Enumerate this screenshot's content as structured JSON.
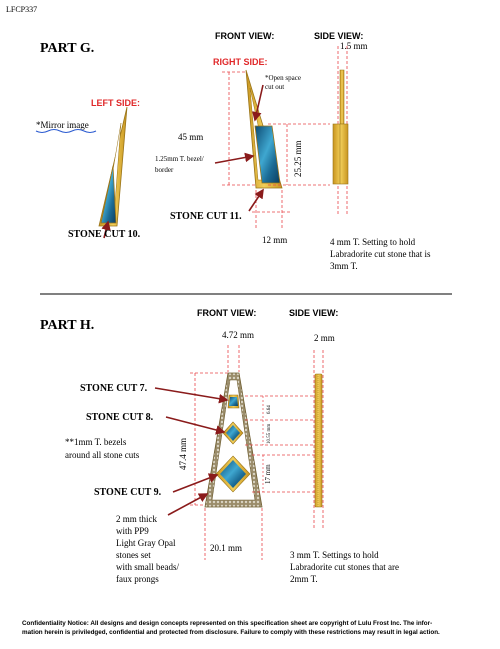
{
  "sheet": {
    "code": "LFCP337",
    "confidentiality": "Confidentiality Notice:  All designs and design concepts represented on this specification sheet are copyright of Lulu Frost Inc.  The infor-",
    "confidentiality_line2": "mation herein is priviledged, confidential and protected from disclosure.  Failure to comply with these restrictions may result in legal action."
  },
  "part_g": {
    "title": "PART G.",
    "front_view": "FRONT VIEW:",
    "side_view": "SIDE VIEW:",
    "left_side": "LEFT SIDE:",
    "right_side": "RIGHT SIDE:",
    "mirror_image": "*Mirror image",
    "open_space_line1": "*Open space",
    "open_space_line2": "cut out",
    "dim_45": "45 mm",
    "dim_2525": "25.25 mm",
    "dim_12": "12 mm",
    "dim_15": "1.5 mm",
    "bezel_line1": "1.25mm T. bezel/",
    "bezel_line2": "border",
    "stone_cut_10": "STONE CUT 10.",
    "stone_cut_11": "STONE CUT 11.",
    "setting_line1": "4 mm T. Setting to hold",
    "setting_line2": "Labradorite cut stone that is",
    "setting_line3": "3mm T."
  },
  "part_h": {
    "title": "PART H.",
    "front_view": "FRONT VIEW:",
    "side_view": "SIDE VIEW:",
    "dim_472": "4.72 mm",
    "dim_2": "2 mm",
    "dim_474": "47.4 mm",
    "dim_201": "20.1 mm",
    "dim_664": "6.64",
    "dim_1055": "10.55 mm",
    "dim_17": "17 mm",
    "stone_cut_7": "STONE CUT 7.",
    "stone_cut_8": "STONE CUT 8.",
    "stone_cut_9": "STONE CUT 9.",
    "bezels_line1": "**1mm T. bezels",
    "bezels_line2": "around all stone cuts",
    "opal_line1": "2 mm thick",
    "opal_line2": "with PP9",
    "opal_line3": "Light Gray Opal",
    "opal_line4": "stones set",
    "opal_line5": "with small beads/",
    "opal_line6": "faux prongs",
    "settings_line1": "3 mm T. Settings to hold",
    "settings_line2": "Labradorite cut stones that are",
    "settings_line3": "2mm T."
  },
  "colors": {
    "red_label": "#e0282a",
    "dim_line": "#e8454a",
    "gold": "#e7b935",
    "gold_dark": "#b98a1a",
    "stone": "#1f6e98",
    "arrow": "#8a1b1b"
  }
}
